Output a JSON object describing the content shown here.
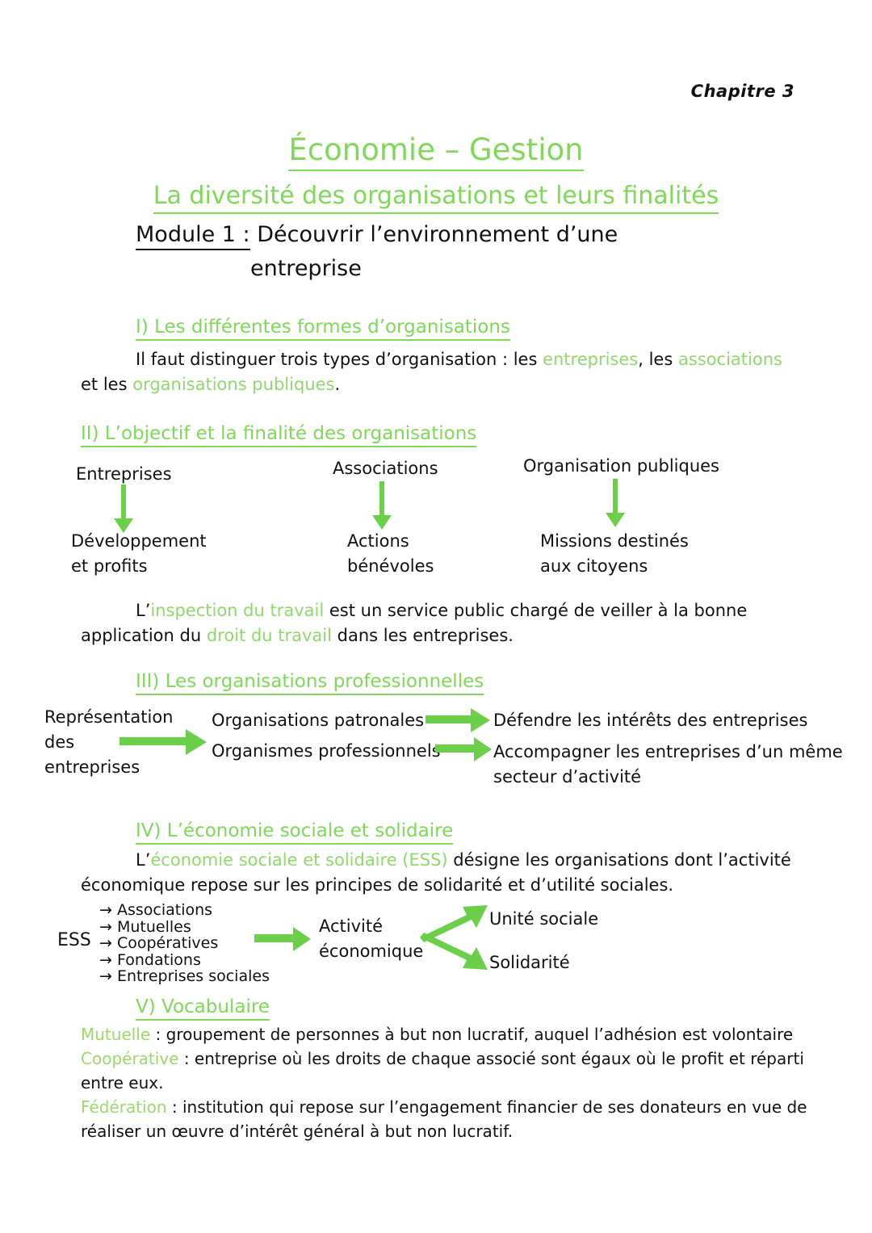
{
  "document": {
    "chapter_label": "Chapitre 3",
    "title": "Économie – Gestion",
    "subtitle": "La diversité des organisations et leurs finalités",
    "module": {
      "label": "Module 1 :",
      "text_line1": " Découvrir l’environnement d’une",
      "text_line2": "entreprise"
    }
  },
  "colors": {
    "heading_green": "#7ed957",
    "arrow_green": "#6bcf4a",
    "inline_green": "#8fd96b",
    "vocab_term_green": "#9ad96b",
    "body_black": "#111111",
    "page_background": "#ffffff"
  },
  "sections": {
    "s1": {
      "heading": "I) Les différentes formes d’organisations",
      "paragraph": {
        "p1": "Il faut distinguer trois types d’organisation : les ",
        "hl1": "entreprises",
        "p2": ", les ",
        "hl2": "associations",
        "p3": "et les ",
        "hl3": "organisations publiques",
        "p4": "."
      }
    },
    "s2": {
      "heading": "II) L’objectif et la finalité des organisations",
      "columns": [
        {
          "source": "Entreprises",
          "target_line1": "Développement",
          "target_line2": "et profits"
        },
        {
          "source": "Associations",
          "target_line1": "Actions",
          "target_line2": "bénévoles"
        },
        {
          "source": "Organisation publiques",
          "target_line1": "Missions destinés",
          "target_line2": "aux citoyens"
        }
      ],
      "paragraph": {
        "p0": "L’",
        "hl1": "inspection du travail",
        "p1": " est un service public chargé de veiller à la bonne",
        "p2": "application du ",
        "hl2": "droit du travail",
        "p3": " dans les entreprises."
      }
    },
    "s3": {
      "heading": "III) Les organisations professionnelles",
      "source_line1": "Représentation",
      "source_line2": "des",
      "source_line3": "entreprises",
      "middle": [
        "Organisations patronales",
        "Organismes professionnels"
      ],
      "outcomes": [
        "Défendre les intérêts des entreprises",
        "Accompagner les entreprises d’un même",
        "secteur d’activité"
      ]
    },
    "s4": {
      "heading": "IV) L’économie sociale et solidaire",
      "paragraph": {
        "p0": "L’",
        "hl1": "économie sociale et solidaire (ESS)",
        "p1": " désigne les organisations dont l’activité",
        "p2": "économique repose sur les principes de solidarité et d’utilité sociales."
      },
      "diagram": {
        "root": "ESS",
        "items": [
          "→ Associations",
          "→ Mutuelles",
          "→ Coopératives",
          "→ Fondations",
          "→ Entreprises sociales"
        ],
        "middle_line1": "Activité",
        "middle_line2": "économique",
        "outcome_top": "Unité sociale",
        "outcome_bottom": "Solidarité"
      }
    },
    "s5": {
      "heading": "V) Vocabulaire",
      "entries": [
        {
          "term": "Mutuelle",
          "separator": " : ",
          "definition": "groupement de personnes à but non lucratif, auquel l’adhésion est volontaire"
        },
        {
          "term": "Coopérative",
          "separator": " : ",
          "definition": "entreprise où les droits de chaque associé sont égaux où le profit et réparti",
          "definition_line2": "entre eux."
        },
        {
          "term": "Fédération",
          "separator": " : ",
          "definition": "institution qui repose sur l’engagement financier de ses donateurs en vue de",
          "definition_line2": "réaliser un œuvre d’intérêt général à but non lucratif."
        }
      ]
    }
  }
}
